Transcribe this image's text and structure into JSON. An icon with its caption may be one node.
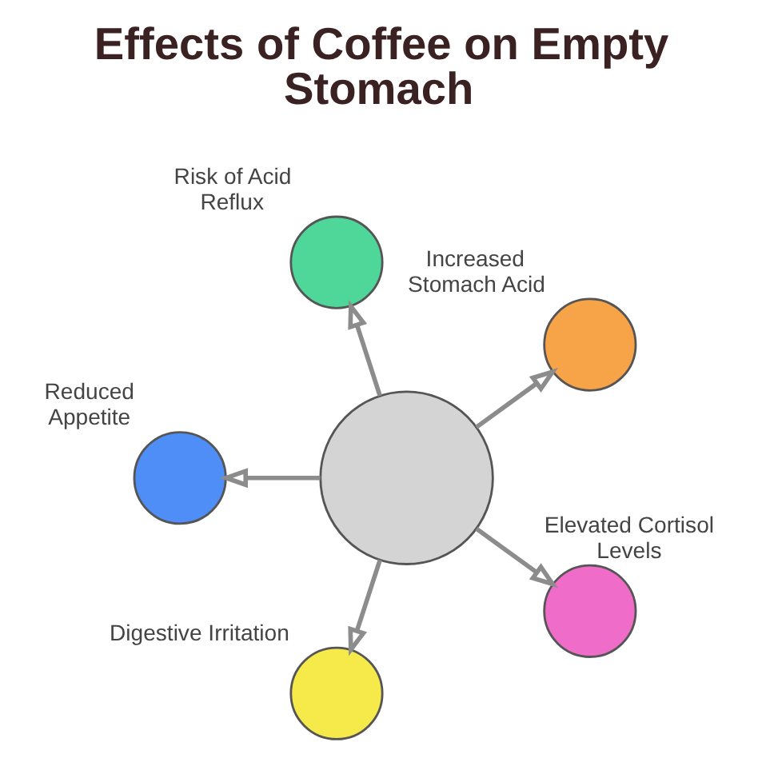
{
  "diagram": {
    "title": "Effects of Coffee on Empty Stomach",
    "nodes": [
      {
        "text": [],
        "shape": "circle",
        "beside": [
          "Risk of Acid Reflux"
        ]
      },
      {
        "text": [],
        "shape": "circle",
        "beside": [
          "Increased Stomach Acid"
        ]
      },
      {
        "text": [],
        "shape": "circle"
      },
      {
        "text": [],
        "shape": "circle",
        "beside": [
          "Reduced Appetite"
        ]
      },
      {
        "text": [],
        "shape": "circle",
        "beside": [
          "Elevated Cortisol Levels"
        ]
      },
      {
        "text": [],
        "shape": "circle",
        "beside": [
          "Digestive Irritation"
        ]
      }
    ],
    "edges": [
      {
        "from": 2,
        "to": 0,
        "arrow": "to"
      },
      {
        "from": 2,
        "to": 1,
        "arrow": "to"
      },
      {
        "from": 2,
        "to": 4,
        "arrow": "to"
      },
      {
        "from": 2,
        "to": 5,
        "arrow": "to"
      },
      {
        "from": 2,
        "to": 3,
        "arrow": "to"
      }
    ]
  }
}
